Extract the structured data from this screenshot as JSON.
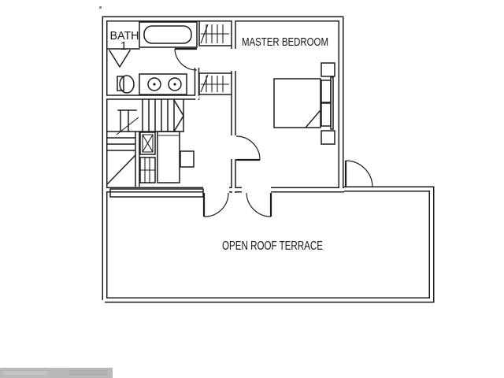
{
  "plan": {
    "labels": {
      "bath_line1": "BATH",
      "bath_line2": "1",
      "master_bedroom": "MASTER BEDROOM",
      "terrace": "OPEN ROOF TERRACE"
    },
    "rooms": [
      {
        "name": "Bath 1"
      },
      {
        "name": "Master Bedroom"
      },
      {
        "name": "Open Roof Terrace"
      }
    ],
    "symbols": [
      "bathtub-symbol",
      "toilet-symbol",
      "double-vanity-sinks-symbol",
      "closet-hanging-rod-symbol",
      "staircase-symbol",
      "shaft-x-symbol",
      "bed-symbol",
      "nightstand-symbol",
      "door-swing-symbol"
    ],
    "colors": {
      "line": "#1c1c1c",
      "paper": "#ffffff",
      "watermark_bar": "#b9b9b9"
    }
  }
}
